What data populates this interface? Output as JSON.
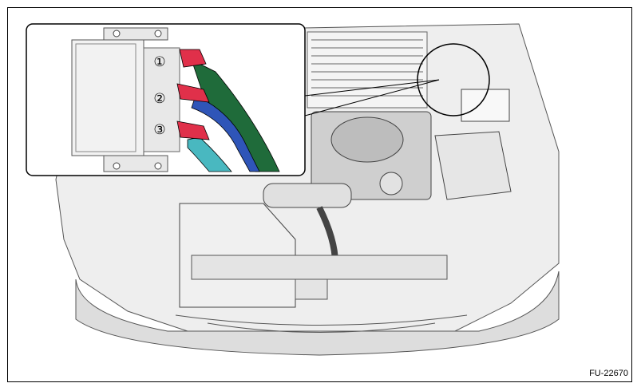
{
  "figure_id": "FU-22670",
  "callouts": [
    {
      "label": "①",
      "color": "#e0304a"
    },
    {
      "label": "②",
      "color": "#e0304a"
    },
    {
      "label": "③",
      "color": "#e0304a"
    }
  ],
  "colors": {
    "connector": "#e0304a",
    "hose_green": "#1f6b3a",
    "hose_blue": "#2f55b8",
    "hose_cyan": "#49b8c0",
    "outline": "#555555",
    "body_fill": "#eeeeee"
  },
  "icons": [
    "car-engine-bay",
    "ecu-connector-detail"
  ]
}
